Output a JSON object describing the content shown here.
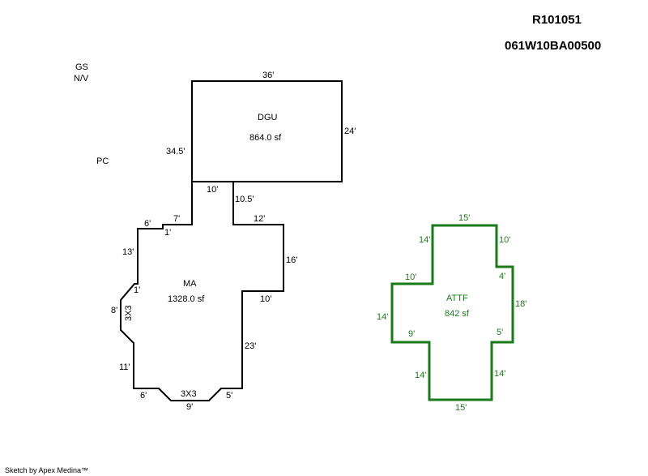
{
  "header": {
    "record_id": "R101051",
    "parcel_id": "061W10BA00500"
  },
  "notes": {
    "gs": "GS",
    "nv": "N/V",
    "pc": "PC"
  },
  "areas": {
    "dgu": {
      "name": "DGU",
      "area": "864.0 sf",
      "dims": {
        "top": "36'",
        "right": "24'",
        "left": "34.5'",
        "bottom": "10'",
        "inner": "10.5'"
      }
    },
    "ma": {
      "name": "MA",
      "area": "1328.0 sf",
      "dims": {
        "d12": "12'",
        "d16": "16'",
        "d10": "10'",
        "d23": "23'",
        "d5": "5'",
        "d9": "9'",
        "d3x3b": "3X3",
        "d6b": "6'",
        "d11": "11'",
        "d8": "8'",
        "d3x3l": "3X3",
        "d1a": "1'",
        "d13": "13'",
        "d6t": "6'",
        "d1b": "1'",
        "d7": "7'"
      }
    },
    "attf": {
      "name": "ATTF",
      "area": "842 sf",
      "color": "#1a7a1a",
      "dims": {
        "top": "15'",
        "r10": "10'",
        "r4": "4'",
        "r18": "18'",
        "r5": "5'",
        "r14": "14'",
        "bottom": "15'",
        "l14b": "14'",
        "l9": "9'",
        "l14": "14'",
        "l10": "10'",
        "l14t": "14'"
      }
    }
  },
  "footer": {
    "credit": "Sketch by Apex Medina™"
  }
}
